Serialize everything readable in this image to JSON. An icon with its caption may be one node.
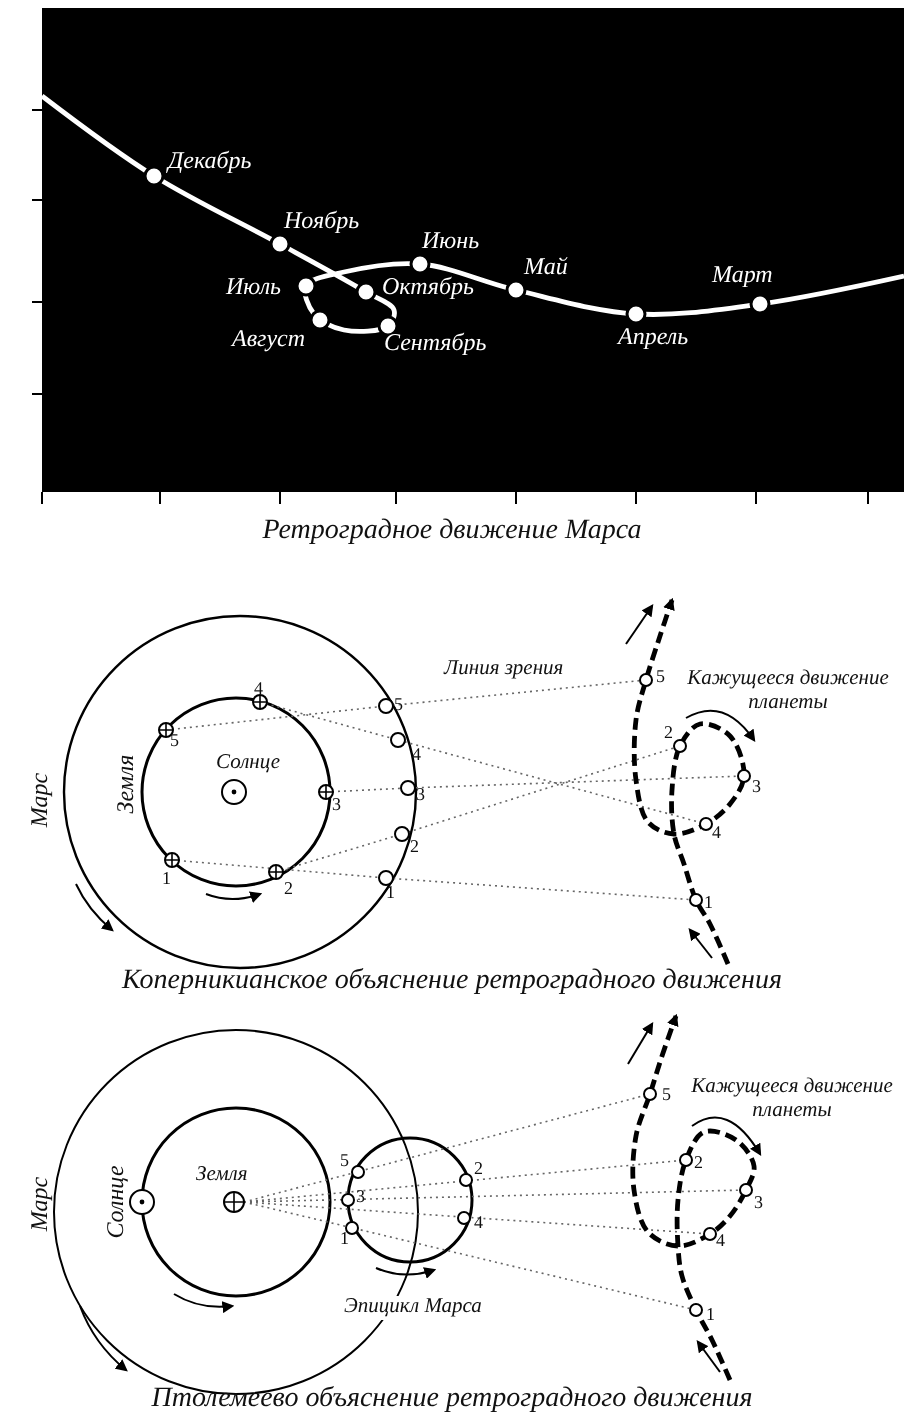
{
  "diagram": {
    "labels": [
      "Декабрь",
      "Ноябрь",
      "Июнь",
      "Май",
      "Март",
      "Июль",
      "Октябрь",
      "Август",
      "Сентябрь",
      "Апрель",
      "Ретроградное движение Марса",
      "Линия зрения",
      "4",
      "5",
      "5",
      "Кажущееся движение планеты",
      "5",
      "4",
      "Солнце",
      "Марс",
      "Земля",
      "2",
      "3",
      "3",
      "3",
      "2",
      "4",
      "1",
      "2",
      "1",
      "1",
      "Коперникианское объяснение ретроградного движения",
      "Кажущееся движение планеты",
      "5",
      "5",
      "Земля",
      "Марс",
      "Солнце",
      "2",
      "2",
      "3",
      "3",
      "4",
      "1",
      "4",
      "Эпицикл Марса",
      "1",
      "Птолемеево объяснение ретроградного движения"
    ]
  }
}
